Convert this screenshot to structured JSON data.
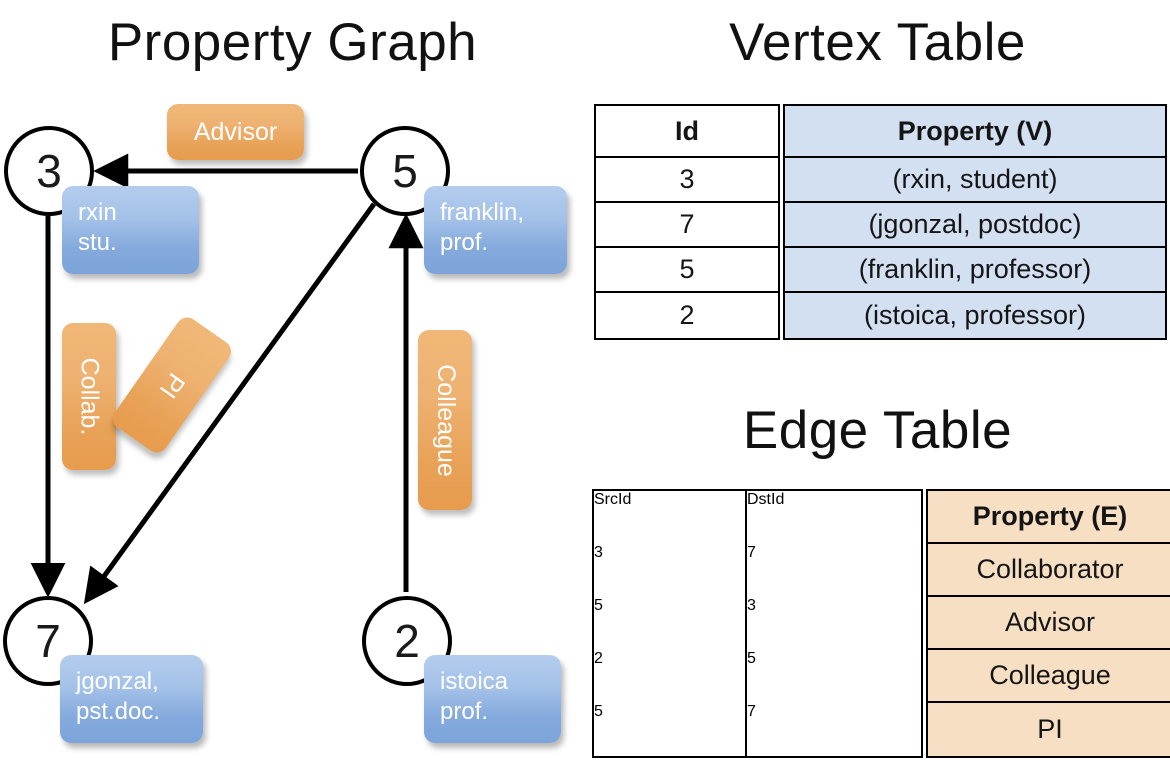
{
  "titles": {
    "property_graph": "Property Graph",
    "vertex_table": "Vertex Table",
    "edge_table": "Edge Table"
  },
  "graph": {
    "nodes": [
      {
        "id": "3",
        "property": "rxin\nstu."
      },
      {
        "id": "5",
        "property": "franklin,\nprof."
      },
      {
        "id": "7",
        "property": "jgonzal,\npst.doc."
      },
      {
        "id": "2",
        "property": "istoica\nprof."
      }
    ],
    "node_labels": {
      "n3": "3",
      "n5": "5",
      "n7": "7",
      "n2": "2"
    },
    "property_badges": {
      "rxin_line1": "rxin",
      "rxin_line2": "stu.",
      "franklin_line1": "franklin,",
      "franklin_line2": "prof.",
      "jgonzal_line1": "jgonzal,",
      "jgonzal_line2": "pst.doc.",
      "istoica_line1": "istoica",
      "istoica_line2": "prof."
    },
    "relation_badges": {
      "advisor": "Advisor",
      "collab": "Collab.",
      "pi": "PI",
      "colleague": "Colleague"
    },
    "edges": [
      {
        "src": "5",
        "dst": "3",
        "label": "Advisor"
      },
      {
        "src": "3",
        "dst": "7",
        "label": "Collab."
      },
      {
        "src": "5",
        "dst": "7",
        "label": "PI"
      },
      {
        "src": "2",
        "dst": "5",
        "label": "Colleague"
      }
    ]
  },
  "vertex_table": {
    "headers": {
      "id": "Id",
      "property": "Property (V)"
    },
    "rows": [
      {
        "id": "3",
        "property": "(rxin, student)"
      },
      {
        "id": "7",
        "property": "(jgonzal, postdoc)"
      },
      {
        "id": "5",
        "property": "(franklin, professor)"
      },
      {
        "id": "2",
        "property": "(istoica, professor)"
      }
    ],
    "header_fill": "#d3e0f2"
  },
  "edge_table": {
    "headers": {
      "src": "SrcId",
      "dst": "DstId",
      "property": "Property (E)"
    },
    "rows": [
      {
        "src": "3",
        "dst": "7",
        "property": "Collaborator"
      },
      {
        "src": "5",
        "dst": "3",
        "property": "Advisor"
      },
      {
        "src": "2",
        "dst": "5",
        "property": "Colleague"
      },
      {
        "src": "5",
        "dst": "7",
        "property": "PI"
      }
    ],
    "header_fill": "#f7dfc4"
  },
  "colors": {
    "vertex_property_fill": "#d3e0f2",
    "edge_property_fill": "#f7dfc4",
    "node_badge_blue": "#85aadd",
    "relation_badge_orange": "#e8a257",
    "stroke": "#000000",
    "background": "#ffffff"
  }
}
